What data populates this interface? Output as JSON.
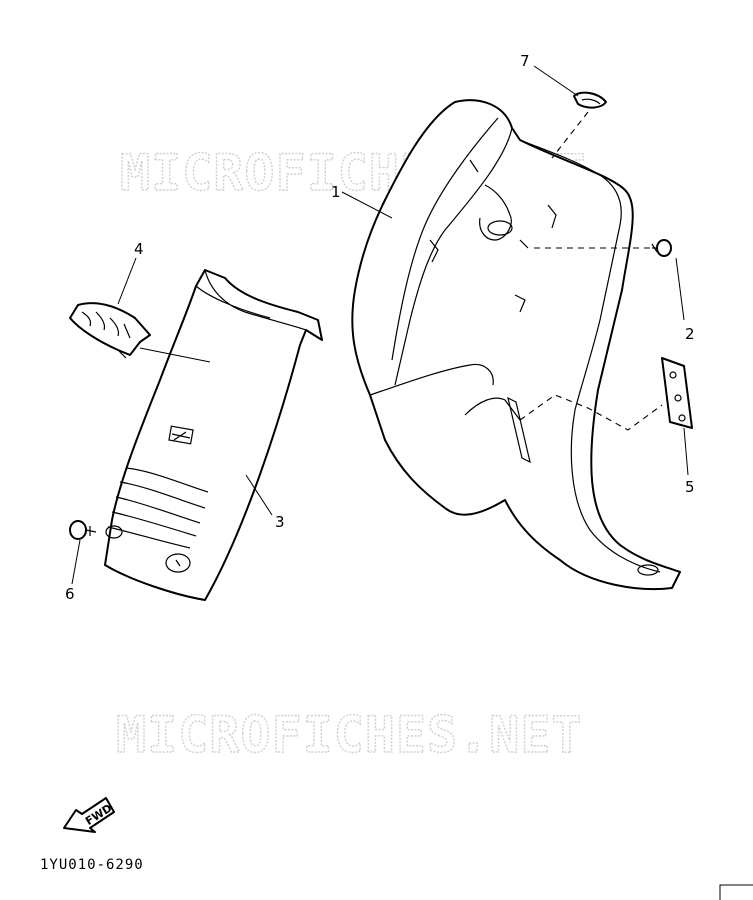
{
  "watermarks": [
    "MICROFICHES.NET",
    "MICROFICHES.NET"
  ],
  "callouts": {
    "c1": "1",
    "c2": "2",
    "c3": "3",
    "c4": "4",
    "c5": "5",
    "c6": "6",
    "c7": "7"
  },
  "direction_tag": "FWD",
  "diagram_code": "1YU010-6290"
}
